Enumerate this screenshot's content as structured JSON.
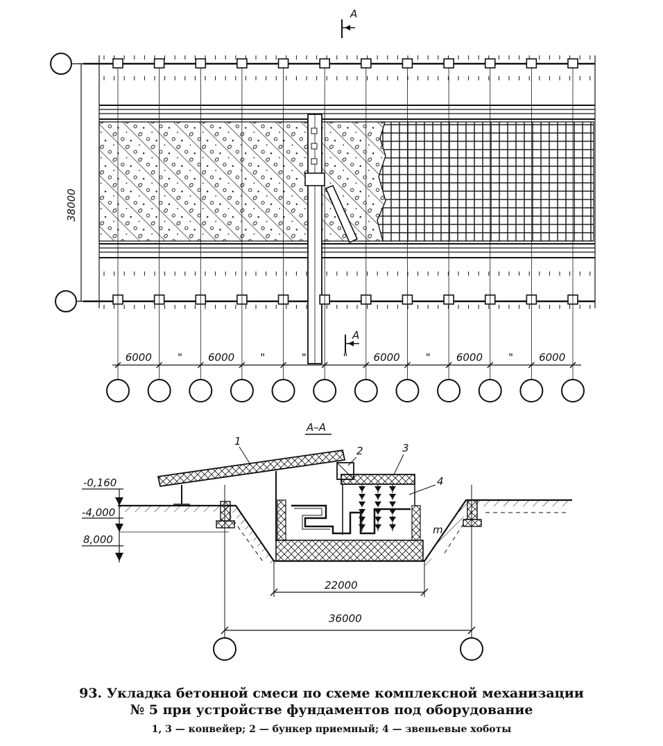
{
  "section_marks": {
    "top": "A",
    "bottom": "A",
    "section_title": "А–А"
  },
  "plan": {
    "width_dim": "38000",
    "span_dims": [
      "6000",
      "\"",
      "6000",
      "\"",
      "\"",
      "\"",
      "6000",
      "\"",
      "6000",
      "\"",
      "6000"
    ],
    "columns": 12
  },
  "section": {
    "levels": [
      "-0,160",
      "-4,000",
      "8,000"
    ],
    "pit_width": "22000",
    "axis_span": "36000",
    "callouts": [
      "1",
      "2",
      "3",
      "4"
    ],
    "slope_mark": "m"
  },
  "caption": {
    "title_line1": "93. Укладка бетонной смеси по схеме комплексной механизации",
    "title_line2": "№ 5 при устройстве фундаментов под оборудование",
    "legend": "1, 3 — конвейер; 2 — бункер приемный; 4 — звеньевые хоботы"
  }
}
